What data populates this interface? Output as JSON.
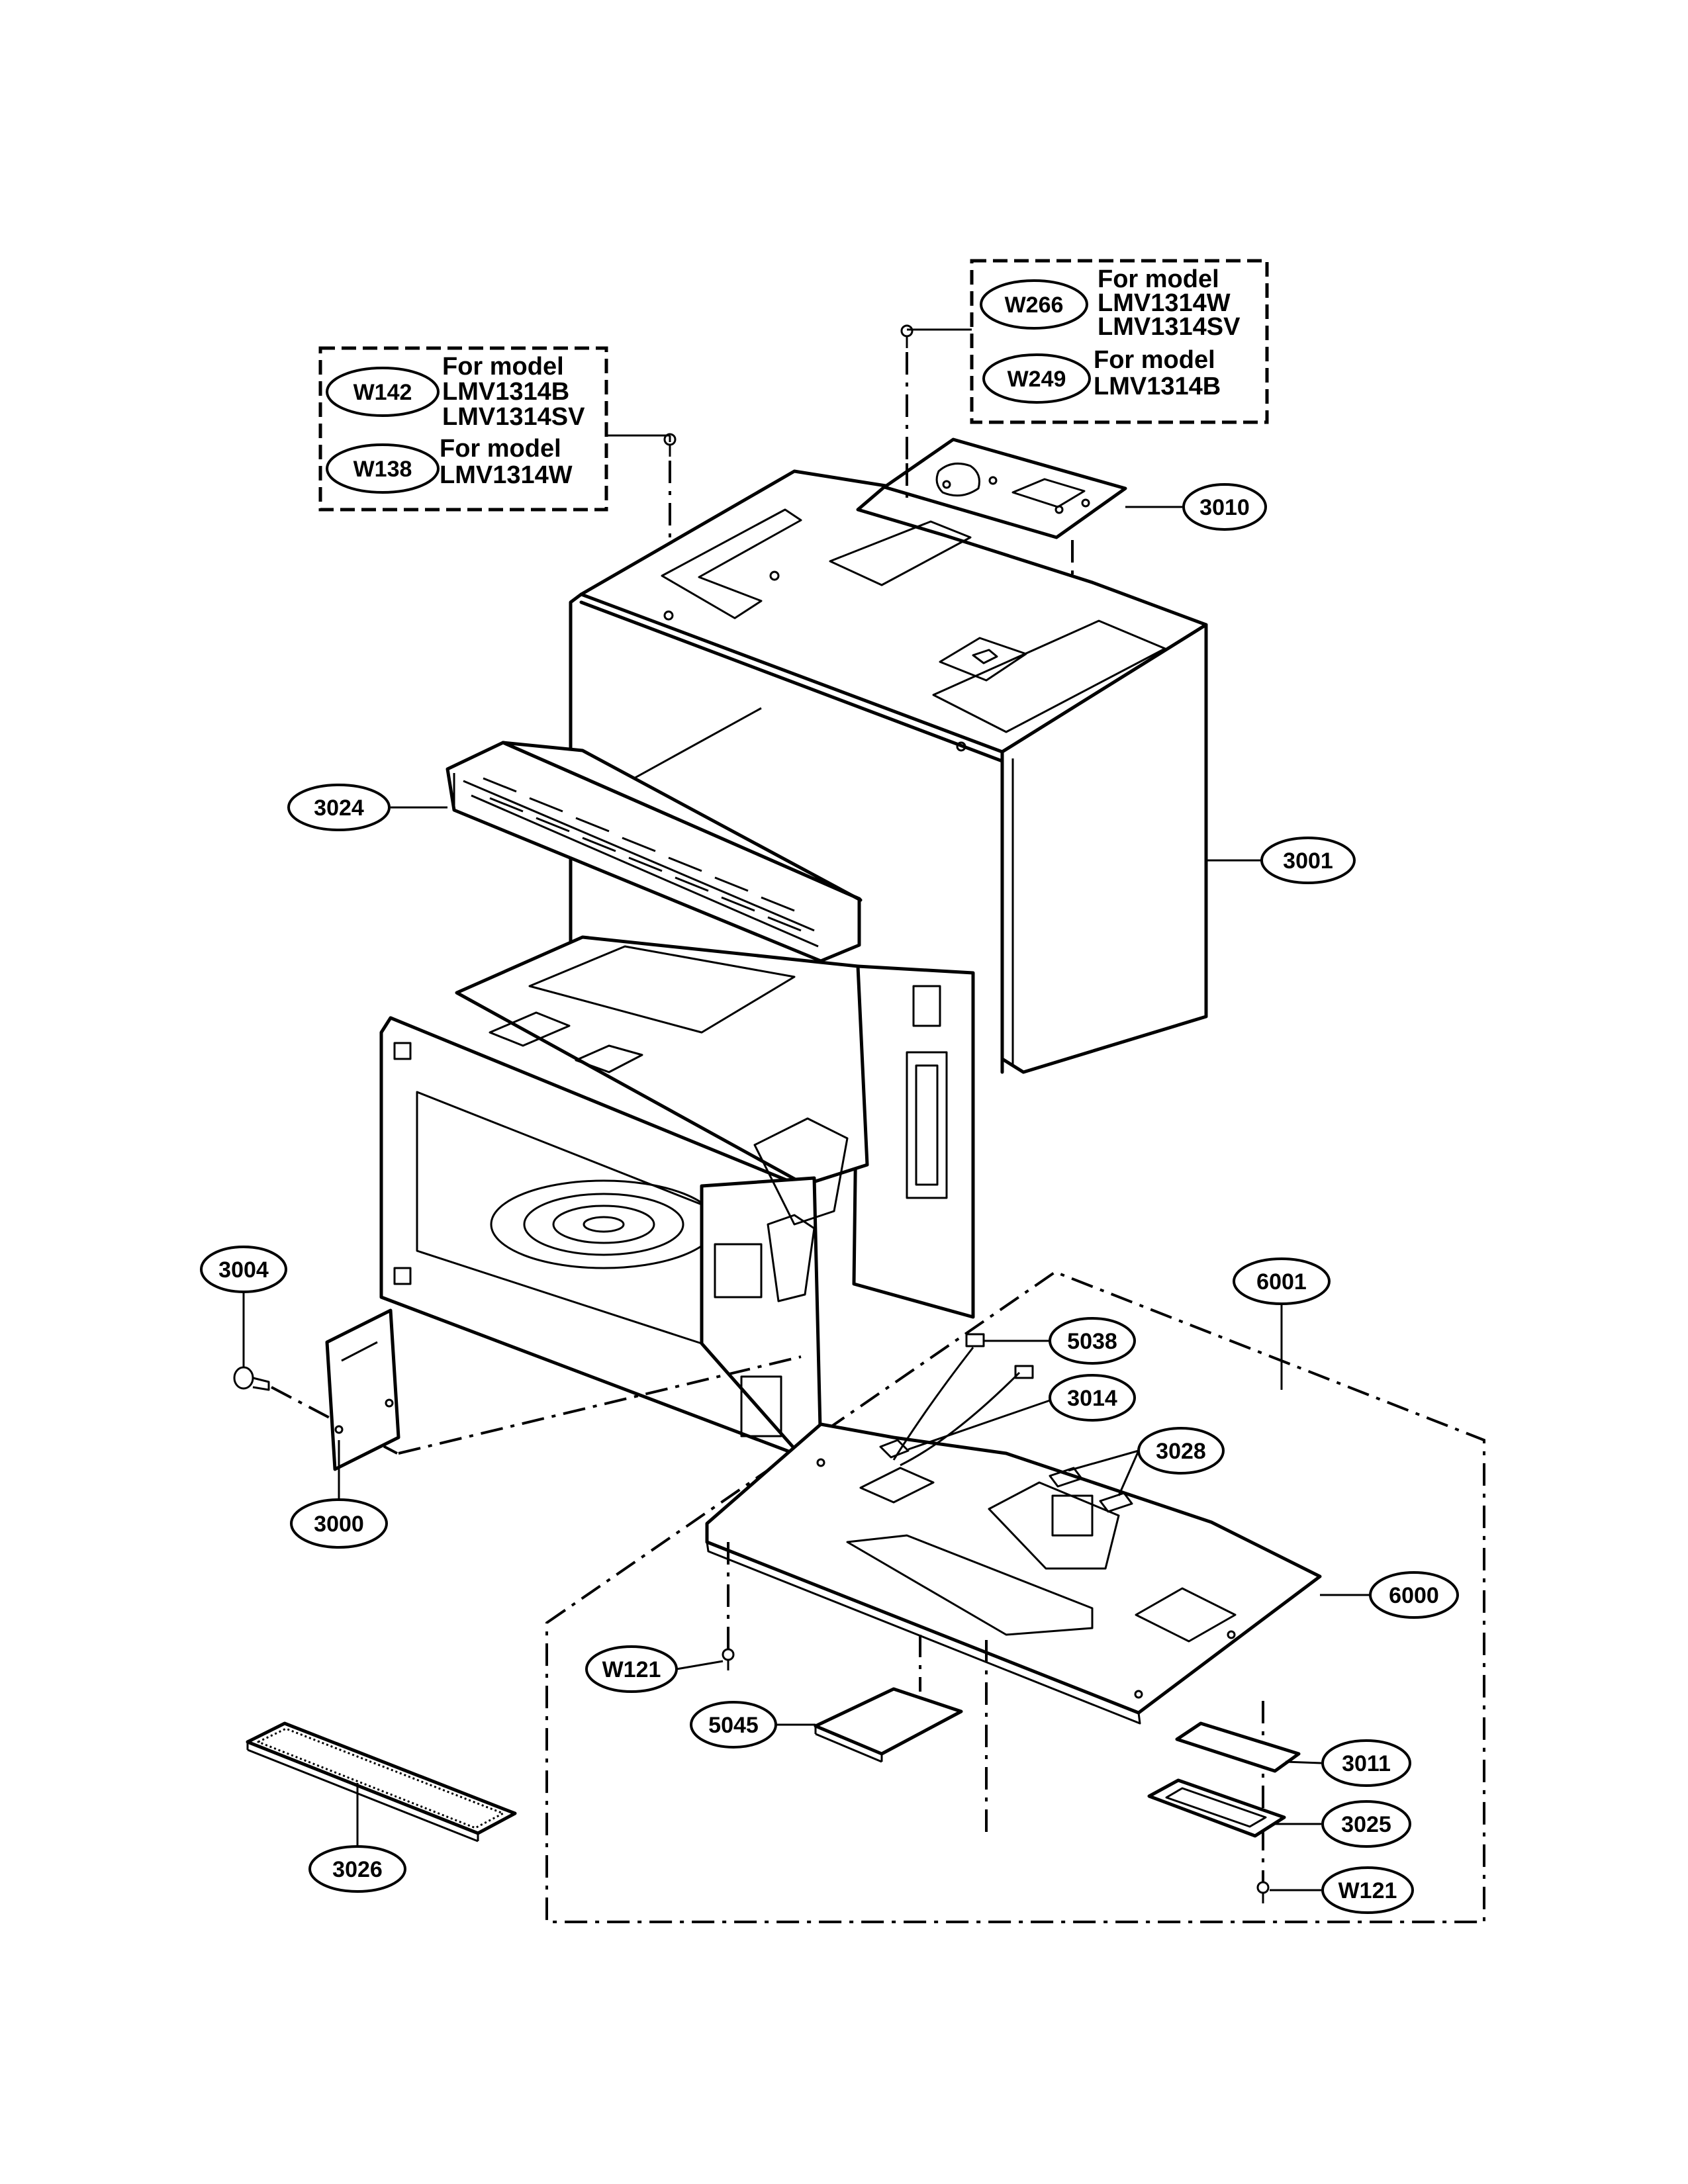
{
  "notes": {
    "box_left": {
      "w142_text": [
        "For model",
        "LMV1314B",
        "LMV1314SV"
      ],
      "w138_text": [
        "For model",
        "LMV1314W"
      ]
    },
    "box_right": {
      "w266_text": [
        "For model",
        "LMV1314W",
        "LMV1314SV"
      ],
      "w249_text": [
        "For model",
        "LMV1314B"
      ]
    }
  },
  "callouts": {
    "W142": "W142",
    "W138": "W138",
    "W266": "W266",
    "W249": "W249",
    "p3010": "3010",
    "p3024": "3024",
    "p3001": "3001",
    "p3004": "3004",
    "p3000": "3000",
    "p6001": "6001",
    "p5038": "5038",
    "p3014": "3014",
    "p3028": "3028",
    "p6000": "6000",
    "W121a": "W121",
    "p5045": "5045",
    "p3011": "3011",
    "p3025": "3025",
    "W121b": "W121",
    "p3026": "3026"
  }
}
